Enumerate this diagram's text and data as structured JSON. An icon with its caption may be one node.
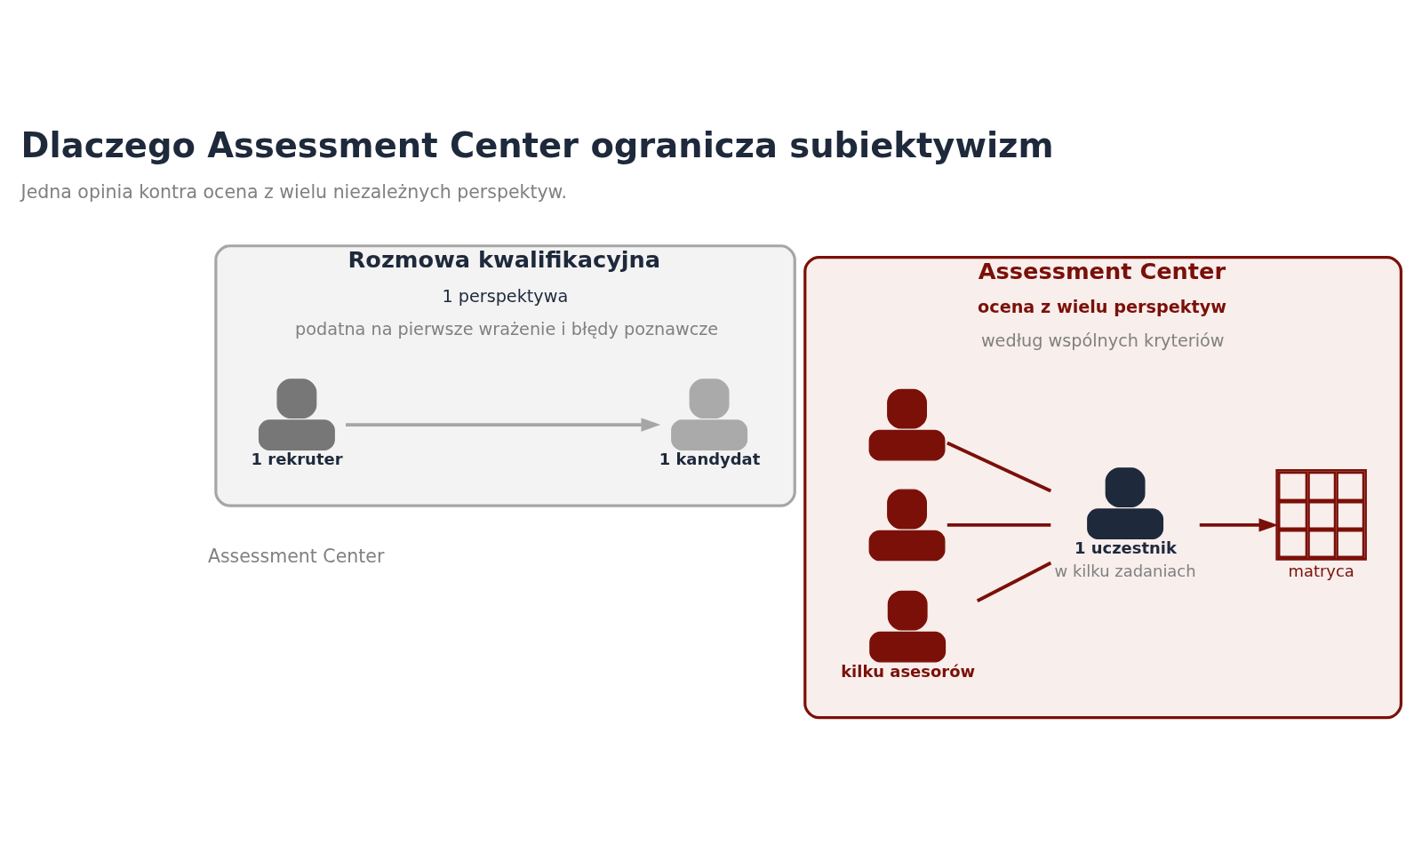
{
  "diagram": {
    "title": "Dlaczego Assessment Center ogranicza subiektywizm",
    "nodes": [
      {
        "text": [
          "Rozmowa kwalifikacyjna",
          "1 perspektywa",
          "podatna na pierwsze wrażenie i błędy poznawcze"
        ]
      },
      {
        "text": [],
        "shape": "person",
        "in": 0,
        "beside": [
          "1 rekruter"
        ]
      },
      {
        "text": [],
        "shape": "person",
        "in": 0,
        "beside": [
          "1 kandydat"
        ]
      },
      {
        "text": [
          "Assessment Center",
          "ocena z wielu perspektyw",
          "według wspólnych kryteriów"
        ]
      },
      {
        "text": [],
        "shape": "person",
        "in": 3
      },
      {
        "text": [],
        "shape": "person",
        "in": 3
      },
      {
        "text": [],
        "shape": "person",
        "in": 3,
        "beside": [
          "kilku asesorów"
        ]
      },
      {
        "text": [],
        "shape": "person",
        "in": 3,
        "beside": [
          "1 uczestnik",
          "w kilku zadaniach"
        ]
      },
      {
        "text": [],
        "shape": "grid",
        "in": 3,
        "beside": [
          "matryca"
        ]
      }
    ],
    "edges": [
      {
        "from": 1,
        "to": 2,
        "arrow": "to",
        "color": "#a6a6a6"
      },
      {
        "from": 4,
        "to": 7,
        "arrow": "none"
      },
      {
        "from": 5,
        "to": 7,
        "arrow": "none"
      },
      {
        "from": 6,
        "to": 7,
        "arrow": "none"
      },
      {
        "from": 7,
        "to": 8,
        "arrow": "to"
      }
    ],
    "labels": [
      "Jedna opinia kontra ocena z wielu niezależnych perspektyw.",
      "Assessment Center"
    ]
  }
}
